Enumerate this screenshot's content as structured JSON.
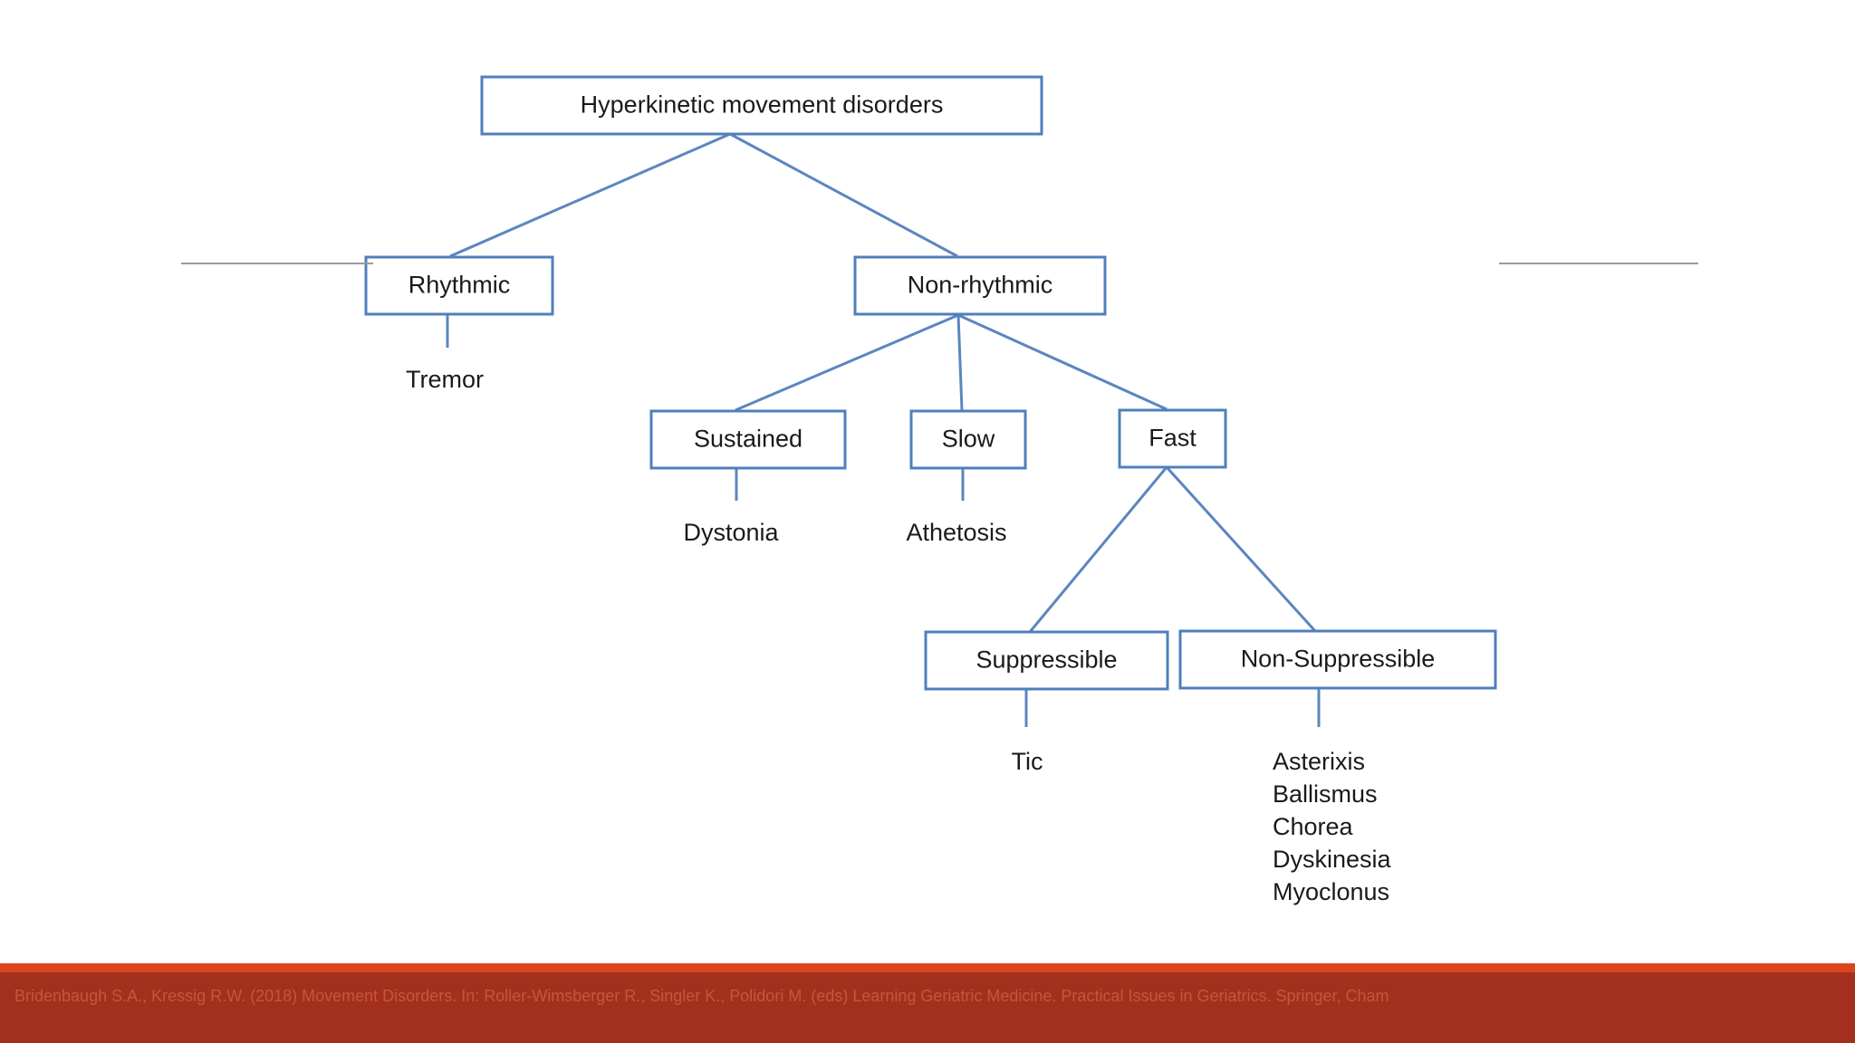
{
  "diagram": {
    "root": "Hyperkinetic movement disorders",
    "rhythmic": {
      "label": "Rhythmic",
      "examples": [
        "Tremor"
      ]
    },
    "non_rhythmic": {
      "label": "Non-rhythmic",
      "sustained": {
        "label": "Sustained",
        "examples": [
          "Dystonia"
        ]
      },
      "slow": {
        "label": "Slow",
        "examples": [
          "Athetosis"
        ]
      },
      "fast": {
        "label": "Fast",
        "suppressible": {
          "label": "Suppressible",
          "examples": [
            "Tic"
          ]
        },
        "non_suppressible": {
          "label": "Non-Suppressible",
          "examples": [
            "Asterixis",
            "Ballismus",
            "Chorea",
            "Dyskinesia",
            "Myoclonus"
          ]
        }
      }
    }
  },
  "footer": {
    "citation": "Bridenbaugh S.A., Kressig R.W. (2018) Movement Disorders. In: Roller-Wimsberger R., Singler K., Polidori M. (eds) Learning Geriatric Medicine. Practical Issues in Geriatrics. Springer, Cham"
  },
  "colors": {
    "box_border": "#4f7fbd",
    "connector": "#5b86bf",
    "text": "#1a1a1a",
    "footer_stripe": "#d9451c",
    "footer_band": "#a3301c",
    "footer_text": "#c6553d"
  }
}
